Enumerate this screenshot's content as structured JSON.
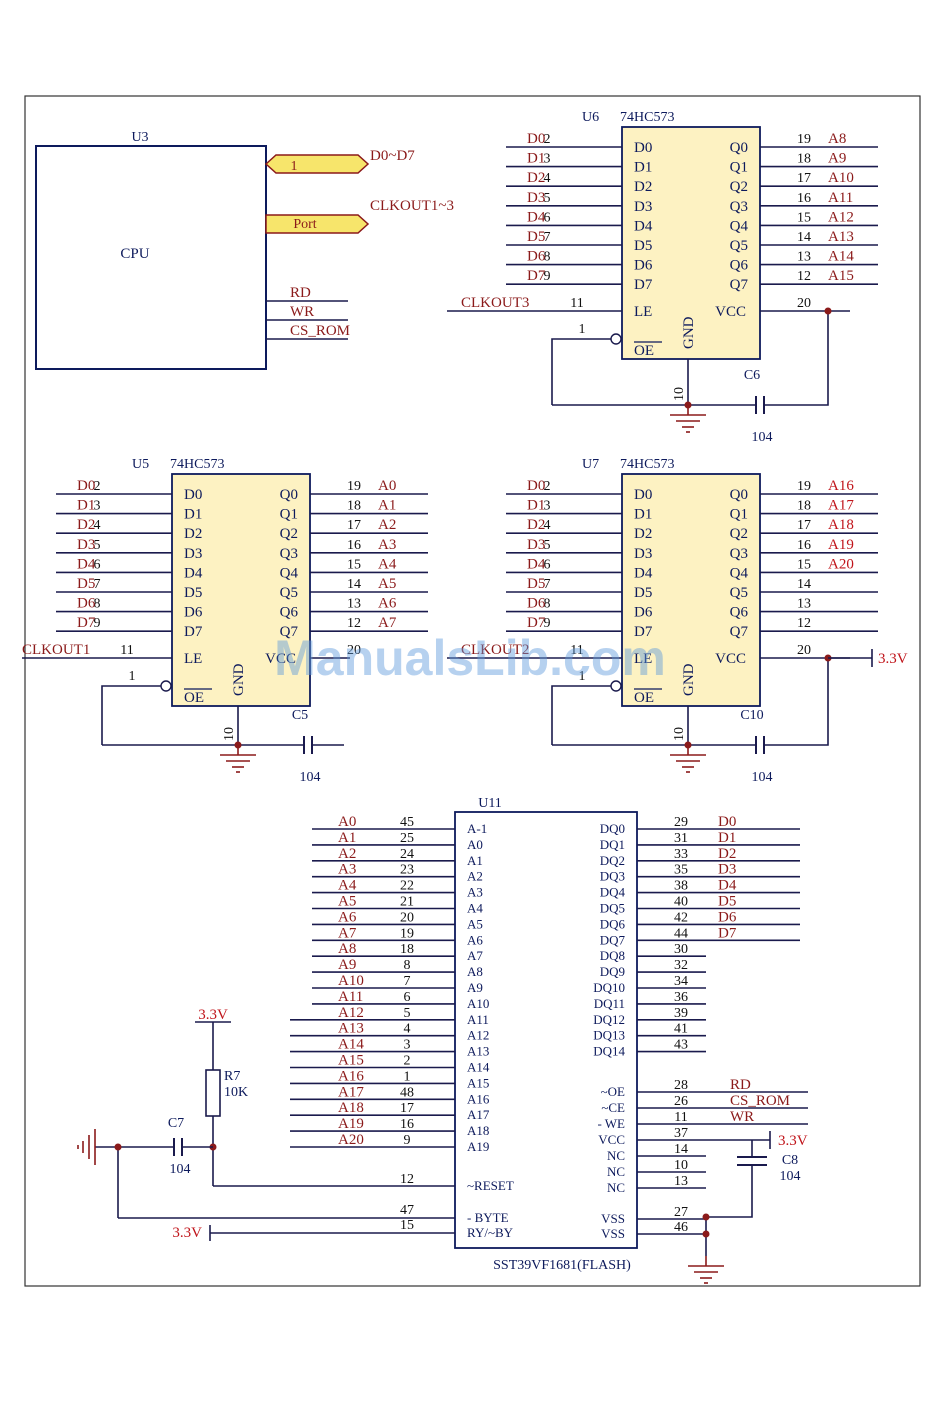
{
  "colors": {
    "wire": "#1a1a4d",
    "chip_fill": "#fdf2c2",
    "chip_border": "#0d1a5c",
    "net_label": "#8b1a1a",
    "net_label_bright": "#c0141a",
    "ground": "#8b1a1a",
    "port_fill": "#f7e56b"
  },
  "watermark": "ManualsLib.com",
  "cpu": {
    "ref": "U3",
    "label": "CPU",
    "port1_label": "1",
    "port1_net": "D0~D7",
    "port2_label": "Port",
    "port2_net": "CLKOUT1~3",
    "signals": [
      "RD",
      "WR",
      "CS_ROM"
    ]
  },
  "latch_pins": {
    "left_names": [
      "D0",
      "D1",
      "D2",
      "D3",
      "D4",
      "D5",
      "D6",
      "D7"
    ],
    "left_nums": [
      "2",
      "3",
      "4",
      "5",
      "6",
      "7",
      "8",
      "9"
    ],
    "right_names": [
      "Q0",
      "Q1",
      "Q2",
      "Q3",
      "Q4",
      "Q5",
      "Q6",
      "Q7"
    ],
    "right_nums": [
      "19",
      "18",
      "17",
      "16",
      "15",
      "14",
      "13",
      "12"
    ],
    "le": "LE",
    "oe": "OE",
    "gnd": "GND",
    "vcc": "VCC",
    "le_num": "11",
    "oe_num": "1",
    "gnd_num": "10",
    "vcc_num": "20"
  },
  "latches": [
    {
      "ref": "U6",
      "part": "74HC573",
      "inputs": [
        "D0",
        "D1",
        "D2",
        "D3",
        "D4",
        "D5",
        "D6",
        "D7"
      ],
      "outputs": [
        "A8",
        "A9",
        "A10",
        "A11",
        "A12",
        "A13",
        "A14",
        "A15"
      ],
      "le_net": "CLKOUT3",
      "vcc_net": "",
      "cap_ref": "C6",
      "cap_value": "104"
    },
    {
      "ref": "U5",
      "part": "74HC573",
      "inputs": [
        "D0",
        "D1",
        "D2",
        "D3",
        "D4",
        "D5",
        "D6",
        "D7"
      ],
      "outputs": [
        "A0",
        "A1",
        "A2",
        "A3",
        "A4",
        "A5",
        "A6",
        "A7"
      ],
      "le_net": "CLKOUT1",
      "vcc_net": "",
      "cap_ref": "C5",
      "cap_value": "104"
    },
    {
      "ref": "U7",
      "part": "74HC573",
      "inputs": [
        "D0",
        "D1",
        "D2",
        "D3",
        "D4",
        "D5",
        "D6",
        "D7"
      ],
      "outputs": [
        "A16",
        "A17",
        "A18",
        "A19",
        "A20",
        "",
        "",
        ""
      ],
      "le_net": "CLKOUT2",
      "vcc_net": "3.3V",
      "cap_ref": "C10",
      "cap_value": "104"
    }
  ],
  "flash": {
    "ref": "U11",
    "part": "SST39VF1681(FLASH)",
    "left_pins": [
      {
        "net": "A0",
        "num": "45",
        "name": "A-1"
      },
      {
        "net": "A1",
        "num": "25",
        "name": "A0"
      },
      {
        "net": "A2",
        "num": "24",
        "name": "A1"
      },
      {
        "net": "A3",
        "num": "23",
        "name": "A2"
      },
      {
        "net": "A4",
        "num": "22",
        "name": "A3"
      },
      {
        "net": "A5",
        "num": "21",
        "name": "A4"
      },
      {
        "net": "A6",
        "num": "20",
        "name": "A5"
      },
      {
        "net": "A7",
        "num": "19",
        "name": "A6"
      },
      {
        "net": "A8",
        "num": "18",
        "name": "A7"
      },
      {
        "net": "A9",
        "num": "8",
        "name": "A8"
      },
      {
        "net": "A10",
        "num": "7",
        "name": "A9"
      },
      {
        "net": "A11",
        "num": "6",
        "name": "A10"
      },
      {
        "net": "A12",
        "num": "5",
        "name": "A11"
      },
      {
        "net": "A13",
        "num": "4",
        "name": "A12"
      },
      {
        "net": "A14",
        "num": "3",
        "name": "A13"
      },
      {
        "net": "A15",
        "num": "2",
        "name": "A14"
      },
      {
        "net": "A16",
        "num": "1",
        "name": "A15"
      },
      {
        "net": "A17",
        "num": "48",
        "name": "A16"
      },
      {
        "net": "A18",
        "num": "17",
        "name": "A17"
      },
      {
        "net": "A19",
        "num": "16",
        "name": "A18"
      },
      {
        "net": "A20",
        "num": "9",
        "name": "A19"
      }
    ],
    "reset": {
      "num": "12",
      "name": "~RESET"
    },
    "byte": {
      "num": "47",
      "name": "- BYTE"
    },
    "ryby": {
      "num": "15",
      "name": "RY/~BY",
      "net": "3.3V"
    },
    "right_pins": [
      {
        "name": "DQ0",
        "num": "29",
        "net": "D0"
      },
      {
        "name": "DQ1",
        "num": "31",
        "net": "D1"
      },
      {
        "name": "DQ2",
        "num": "33",
        "net": "D2"
      },
      {
        "name": "DQ3",
        "num": "35",
        "net": "D3"
      },
      {
        "name": "DQ4",
        "num": "38",
        "net": "D4"
      },
      {
        "name": "DQ5",
        "num": "40",
        "net": "D5"
      },
      {
        "name": "DQ6",
        "num": "42",
        "net": "D6"
      },
      {
        "name": "DQ7",
        "num": "44",
        "net": "D7"
      },
      {
        "name": "DQ8",
        "num": "30",
        "net": ""
      },
      {
        "name": "DQ9",
        "num": "32",
        "net": ""
      },
      {
        "name": "DQ10",
        "num": "34",
        "net": ""
      },
      {
        "name": "DQ11",
        "num": "36",
        "net": ""
      },
      {
        "name": "DQ12",
        "num": "39",
        "net": ""
      },
      {
        "name": "DQ13",
        "num": "41",
        "net": ""
      },
      {
        "name": "DQ14",
        "num": "43",
        "net": ""
      }
    ],
    "ctrl_pins": [
      {
        "name": "~OE",
        "num": "28",
        "net": "RD"
      },
      {
        "name": "~CE",
        "num": "26",
        "net": "CS_ROM"
      },
      {
        "name": "- WE",
        "num": "11",
        "net": "WR"
      },
      {
        "name": "VCC",
        "num": "37",
        "net": "3.3V"
      },
      {
        "name": "NC",
        "num": "14",
        "net": ""
      },
      {
        "name": "NC",
        "num": "10",
        "net": ""
      },
      {
        "name": "NC",
        "num": "13",
        "net": ""
      },
      {
        "name": "VSS",
        "num": "27",
        "net": ""
      },
      {
        "name": "VSS",
        "num": "46",
        "net": ""
      }
    ],
    "c8_ref": "C8",
    "c8_value": "104"
  },
  "reset_circuit": {
    "vcc_net": "3.3V",
    "r_ref": "R7",
    "r_value": "10K",
    "c_ref": "C7",
    "c_value": "104"
  }
}
